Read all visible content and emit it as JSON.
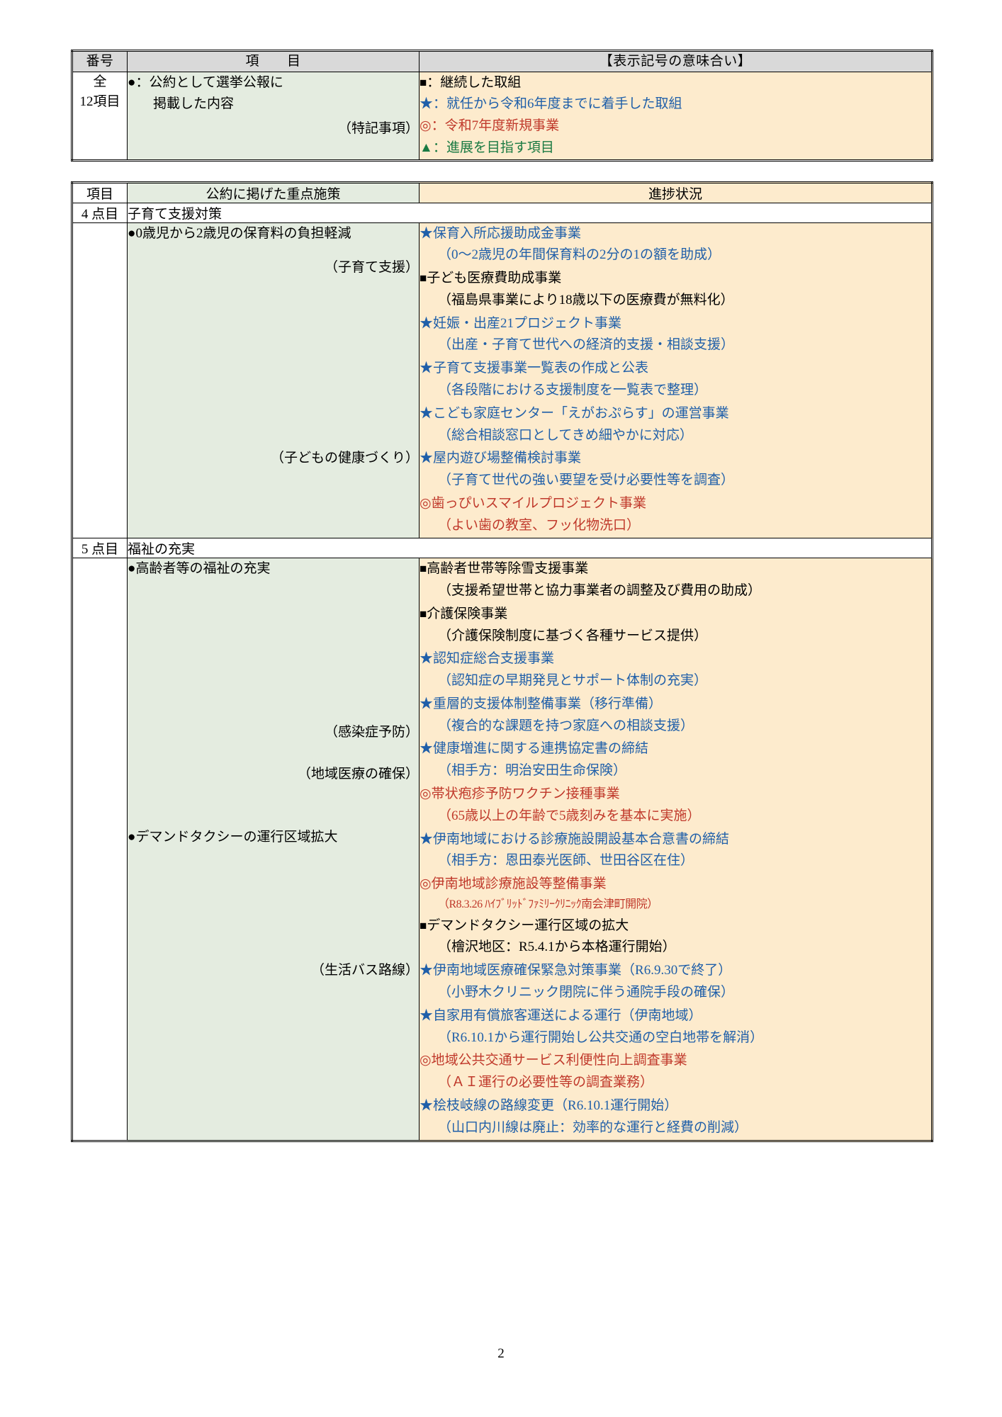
{
  "legend": {
    "headers": {
      "no": "番号",
      "item": "項　　目",
      "symbols": "【表示記号の意味合い】"
    },
    "row": {
      "no_line1": "全",
      "no_line2": "12項目",
      "item_line1": "●：公約として選挙公報に",
      "item_line2": "掲載した内容",
      "item_note": "（特記事項）",
      "symbols": [
        {
          "mark": "■",
          "text": "：継続した取組",
          "color": "#000000"
        },
        {
          "mark": "★",
          "text": "：就任から令和6年度までに着手した取組",
          "color": "#1f5fa9"
        },
        {
          "mark": "◎",
          "text": "：令和7年度新規事業",
          "color": "#c0392b"
        },
        {
          "mark": "▲",
          "text": "：進展を目指す項目",
          "color": "#1a7a42"
        }
      ]
    }
  },
  "main": {
    "headers": {
      "no": "項目",
      "item": "公約に掲げた重点施策",
      "status": "進捗状況"
    },
    "sections": [
      {
        "number": "4 点目",
        "title": "子育て支援対策",
        "policy_lead": "●0歳児から2歳児の保育料の負担軽減",
        "policy_notes": [
          "（子育て支援）",
          "（子どもの健康づくり）"
        ],
        "entries": [
          {
            "mark": "★",
            "color": "#1f5fa9",
            "title": "保育入所応援助成金事業",
            "detail": "（0〜2歳児の年間保育料の2分の1の額を助成）"
          },
          {
            "mark": "■",
            "color": "#000000",
            "title": "子ども医療費助成事業",
            "detail": "（福島県事業により18歳以下の医療費が無料化）"
          },
          {
            "mark": "★",
            "color": "#1f5fa9",
            "title": "妊娠・出産21プロジェクト事業",
            "detail": "（出産・子育て世代への経済的支援・相談支援）"
          },
          {
            "mark": "★",
            "color": "#1f5fa9",
            "title": "子育て支援事業一覧表の作成と公表",
            "detail": "（各段階における支援制度を一覧表で整理）"
          },
          {
            "mark": "★",
            "color": "#1f5fa9",
            "title": "こども家庭センター「えがおぷらす」の運営事業",
            "detail": "（総合相談窓口としてきめ細やかに対応）"
          },
          {
            "mark": "★",
            "color": "#1f5fa9",
            "title": "屋内遊び場整備検討事業",
            "detail": "（子育て世代の強い要望を受け必要性等を調査）"
          },
          {
            "mark": "◎",
            "color": "#c0392b",
            "title": "歯っぴいスマイルプロジェクト事業",
            "detail": "（よい歯の教室、フッ化物洗口）"
          }
        ]
      },
      {
        "number": "5 点目",
        "title": "福祉の充実",
        "policy_lead": "●高齢者等の福祉の充実",
        "policy_lead2": "●デマンドタクシーの運行区域拡大",
        "policy_notes": [
          "（感染症予防）",
          "（地域医療の確保）",
          "（生活バス路線）"
        ],
        "entries": [
          {
            "mark": "■",
            "color": "#000000",
            "title": "高齢者世帯等除雪支援事業",
            "detail": "（支援希望世帯と協力事業者の調整及び費用の助成）"
          },
          {
            "mark": "■",
            "color": "#000000",
            "title": "介護保険事業",
            "detail": "（介護保険制度に基づく各種サービス提供）"
          },
          {
            "mark": "★",
            "color": "#1f5fa9",
            "title": "認知症総合支援事業",
            "detail": "（認知症の早期発見とサポート体制の充実）"
          },
          {
            "mark": "★",
            "color": "#1f5fa9",
            "title": "重層的支援体制整備事業（移行準備）",
            "detail": "（複合的な課題を持つ家庭への相談支援）"
          },
          {
            "mark": "★",
            "color": "#1f5fa9",
            "title": "健康増進に関する連携協定書の締結",
            "detail": "（相手方：明治安田生命保険）"
          },
          {
            "mark": "◎",
            "color": "#c0392b",
            "title": "帯状疱疹予防ワクチン接種事業",
            "detail": "（65歳以上の年齢で5歳刻みを基本に実施）"
          },
          {
            "mark": "★",
            "color": "#1f5fa9",
            "title": "伊南地域における診療施設開設基本合意書の締結",
            "detail": "（相手方：恩田泰光医師、世田谷区在住）"
          },
          {
            "mark": "◎",
            "color": "#c0392b",
            "title": "伊南地域診療施設等整備事業",
            "detail": "（R8.3.26 ﾊｲﾌﾞﾘｯﾄﾞﾌｧﾐﾘｰｸﾘﾆｯｸ南会津町開院）"
          },
          {
            "mark": "■",
            "color": "#000000",
            "title": "デマンドタクシー運行区域の拡大",
            "detail": "（檜沢地区：R5.4.1から本格運行開始）"
          },
          {
            "mark": "★",
            "color": "#1f5fa9",
            "title": "伊南地域医療確保緊急対策事業（R6.9.30で終了）",
            "detail": "（小野木クリニック閉院に伴う通院手段の確保）"
          },
          {
            "mark": "★",
            "color": "#1f5fa9",
            "title": "自家用有償旅客運送による運行（伊南地域）",
            "detail": "（R6.10.1から運行開始し公共交通の空白地帯を解消）"
          },
          {
            "mark": "◎",
            "color": "#c0392b",
            "title": "地域公共交通サービス利便性向上調査事業",
            "detail": "（ＡＩ運行の必要性等の調査業務）"
          },
          {
            "mark": "★",
            "color": "#1f5fa9",
            "title": "桧枝岐線の路線変更（R6.10.1運行開始）",
            "detail": "（山口内川線は廃止：効率的な運行と経費の削減）"
          }
        ]
      }
    ]
  },
  "footer": {
    "page_number": "2"
  }
}
